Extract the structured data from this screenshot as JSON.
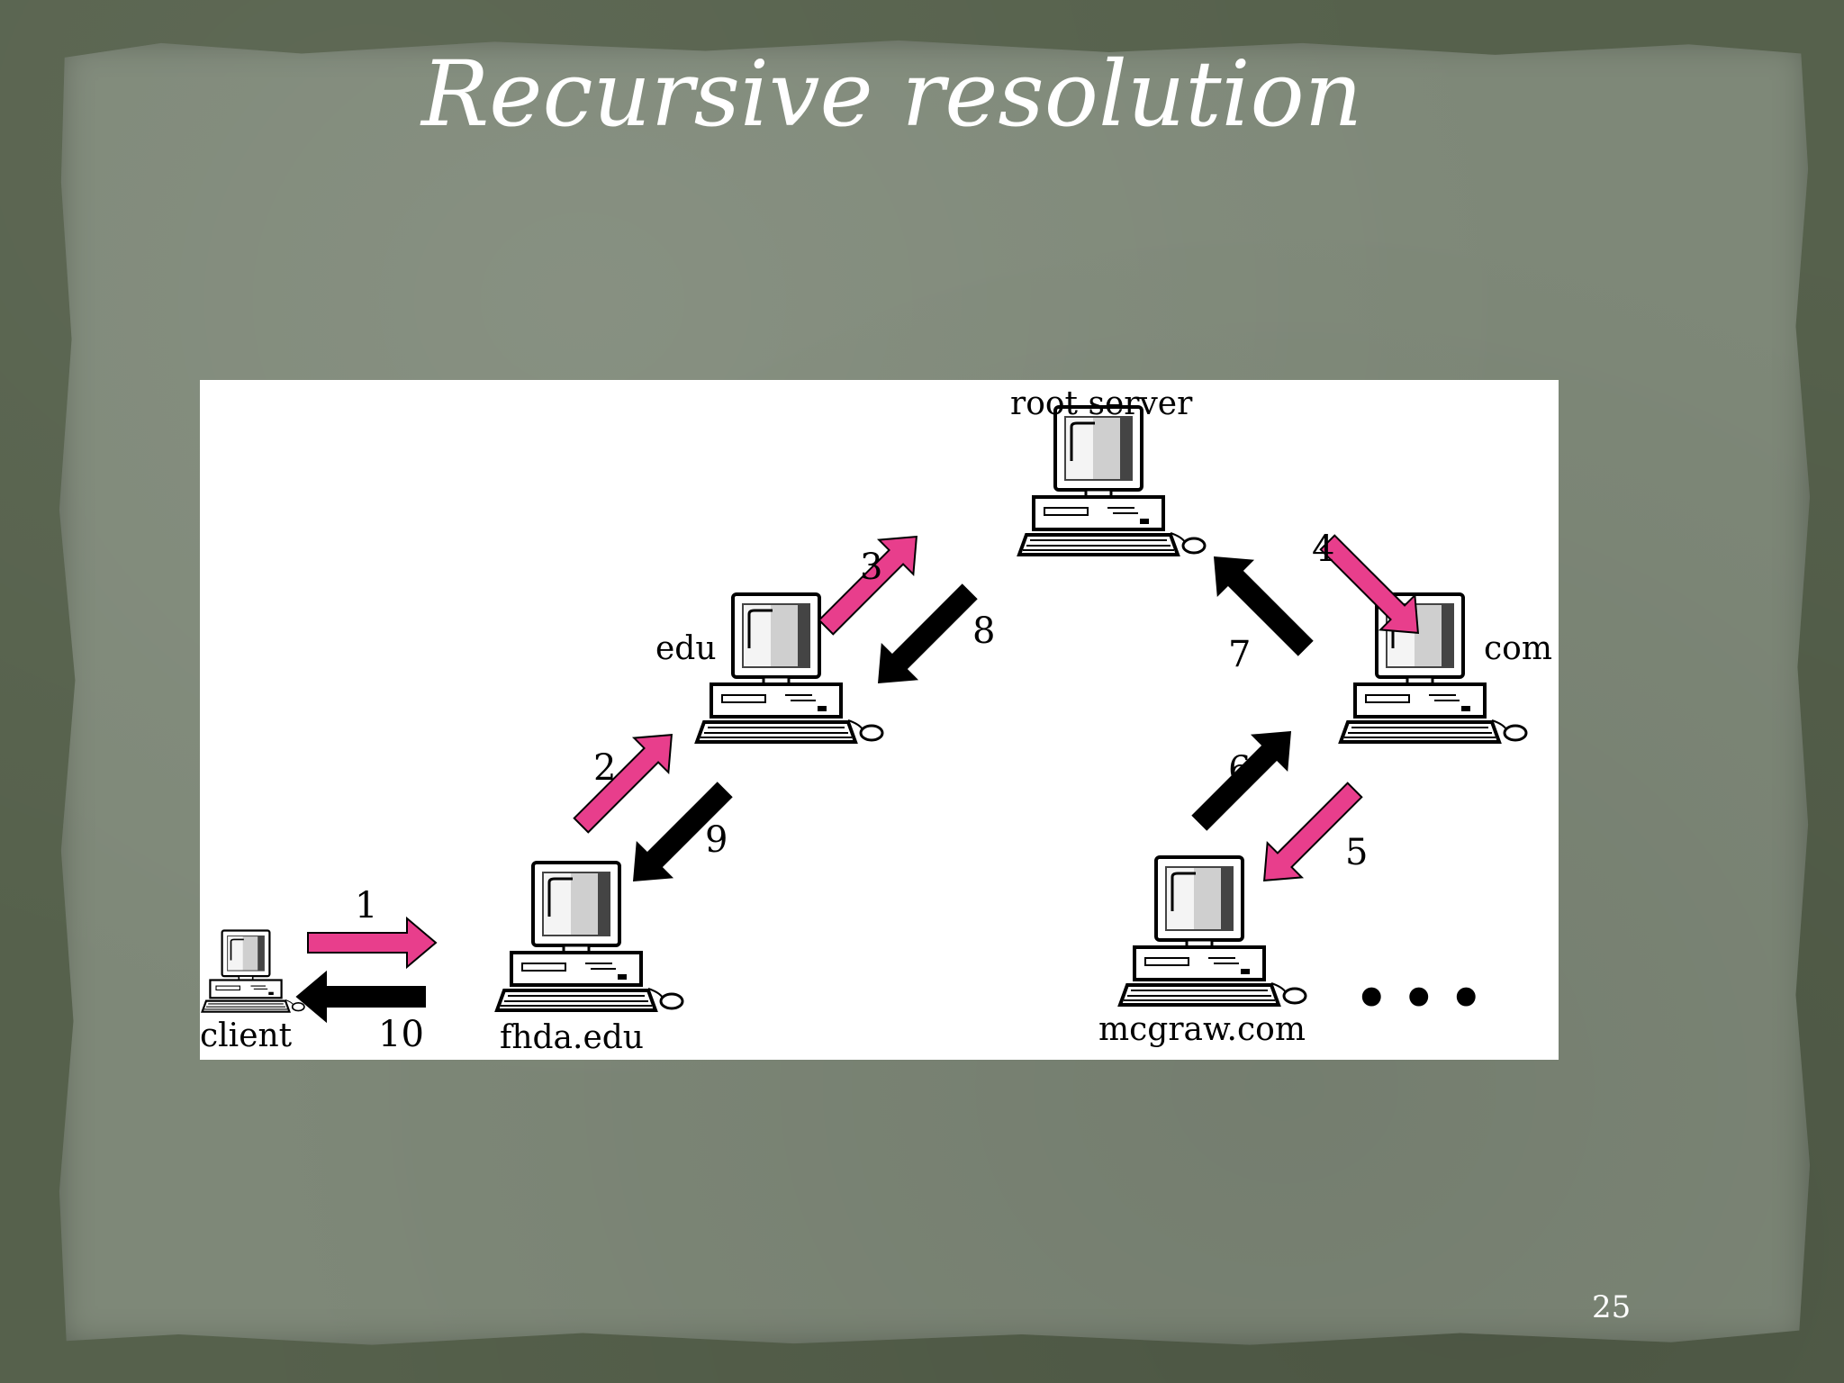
{
  "slide": {
    "title": "Recursive resolution",
    "page_number": "25"
  },
  "diagram": {
    "nodes": {
      "client": "client",
      "fhda": "fhda.edu",
      "edu": "edu",
      "root": "root server",
      "com": "com",
      "mcgraw": "mcgraw.com"
    },
    "steps": [
      "1",
      "2",
      "3",
      "4",
      "5",
      "6",
      "7",
      "8",
      "9",
      "10"
    ],
    "continuation": "•••",
    "colors": {
      "request_arrow": "#e83e8c",
      "response_arrow": "#000000"
    }
  }
}
